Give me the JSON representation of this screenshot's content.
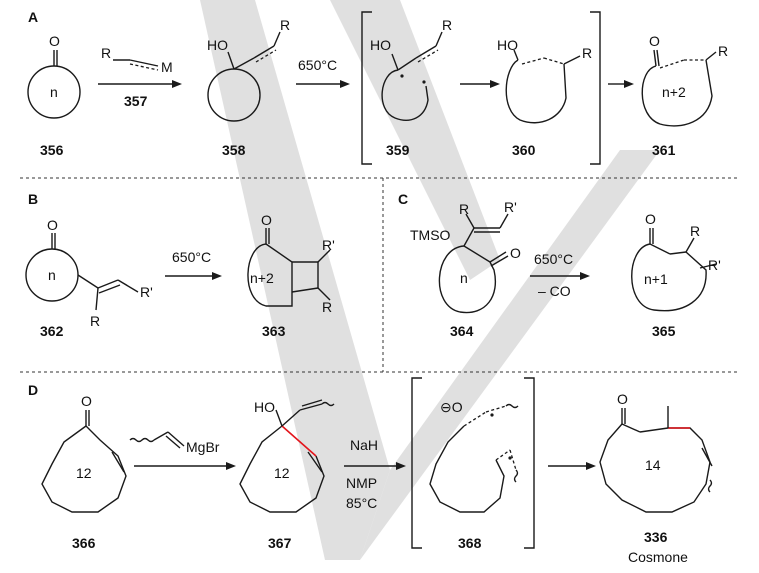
{
  "sections": {
    "a": "A",
    "b": "B",
    "c": "C",
    "d": "D"
  },
  "atoms": {
    "o": "O",
    "n": "n",
    "r": "R",
    "r_prime": "R'",
    "m": "M",
    "ho": "HO",
    "n_plus_2": "n+2",
    "n_plus_1": "n+1",
    "tmso": "TMSO",
    "mgbr": "MgBr",
    "ring12": "12",
    "ring14": "14",
    "o_minus": "⊖O"
  },
  "conditions": {
    "t650": "650°C",
    "minus_co": "– CO",
    "nah": "NaH",
    "nmp": "NMP",
    "t85": "85°C"
  },
  "compounds": {
    "c356": "356",
    "c357": "357",
    "c358": "358",
    "c359": "359",
    "c360": "360",
    "c361": "361",
    "c362": "362",
    "c363": "363",
    "c364": "364",
    "c365": "365",
    "c366": "366",
    "c367": "367",
    "c368": "368",
    "c336": "336",
    "cosmone": "Cosmone"
  },
  "colors": {
    "new_bond": "#e3141b",
    "ink": "#1a1a1a",
    "watermark": "#d6d6d6"
  }
}
